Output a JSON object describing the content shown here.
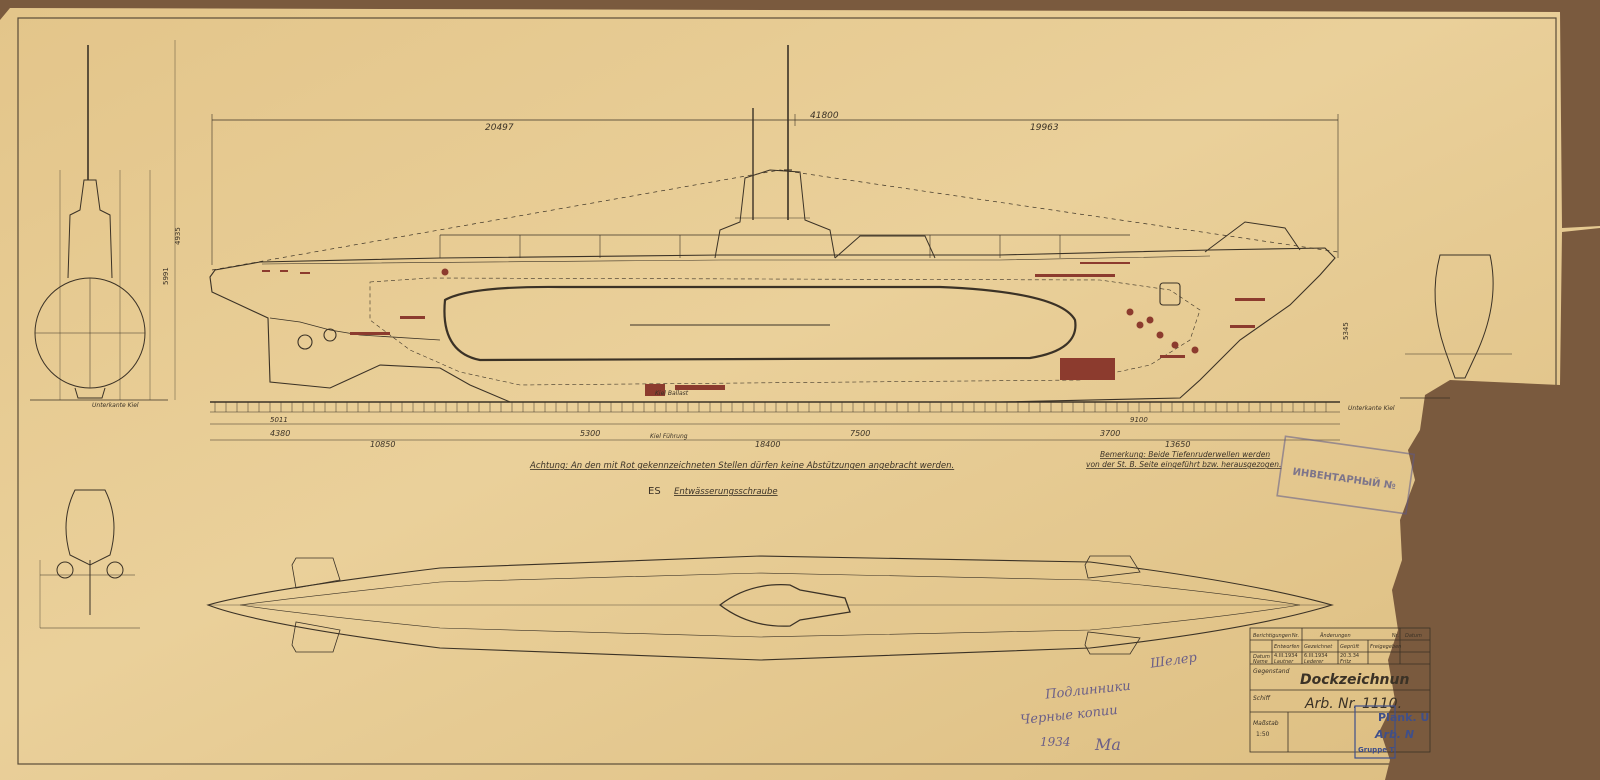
{
  "colors": {
    "paper": "#e6c98e",
    "paper_edge": "#d7b77a",
    "ink": "#3b3226",
    "red_ink": "#8c3b2e",
    "pencil": "#6b5f88",
    "stamp": "#5c5a8a",
    "torn": "#7a5a3e"
  },
  "dimensions": {
    "overall": "41800",
    "fwd_part": "20497",
    "aft_part": "19963",
    "row2": [
      "4380",
      "10850",
      "5300",
      "18400",
      "7500",
      "3700",
      "13650"
    ],
    "row1_left": "5011",
    "row1_right": "9100",
    "side_height": "4935",
    "side_height2": "5991",
    "side_depth": "5345"
  },
  "labels": {
    "keel_left": "Unterkante Kiel",
    "keel_right": "Unterkante Kiel",
    "ballast": "Kiel Ballast",
    "fuhrung": "Kiel Führung",
    "warning": "Achtung: An den mit Rot gekennzeichneten Stellen dürfen keine Abstützungen angebracht werden.",
    "es_code": "ES",
    "es_text": "Entwässerungsschraube",
    "note_line1": "Bemerkung: Beide Tiefenruderwellen werden",
    "note_line2": "von der St. B. Seite eingeführt bzw. herausgezogen."
  },
  "stamp": {
    "text": "ИНВЕНТАРНЫЙ №"
  },
  "title_block": {
    "headers": [
      "Berichtigungen",
      "Nr.",
      "Änderungen",
      "Nr.",
      "Datum"
    ],
    "row_labels": [
      "Datum",
      "Name"
    ],
    "cols": [
      "Entworfen",
      "Gezeichnet",
      "Geprüft",
      "Freigegeben"
    ],
    "dates": [
      "4.III.1934",
      "6.III.1934",
      "20.3.34"
    ],
    "names": [
      "Lautner",
      "Lederer",
      "Fritz"
    ],
    "gegenstand_label": "Gegenstand",
    "gegenstand": "Dockzeichnun",
    "schiff_label": "Schiff",
    "arb_nr": "Arb. Nr. 1110.",
    "massstab_label": "Maßstab",
    "massstab": "1:50",
    "plank": "Plank. U",
    "arb2": "Arb. N",
    "gruppe": "Gruppe T"
  },
  "pencil_notes": {
    "line1": "Подлинники",
    "line2": "Черные копии",
    "line3": "1934",
    "signature_top": "Шелер",
    "signature_bottom": "Ма"
  }
}
